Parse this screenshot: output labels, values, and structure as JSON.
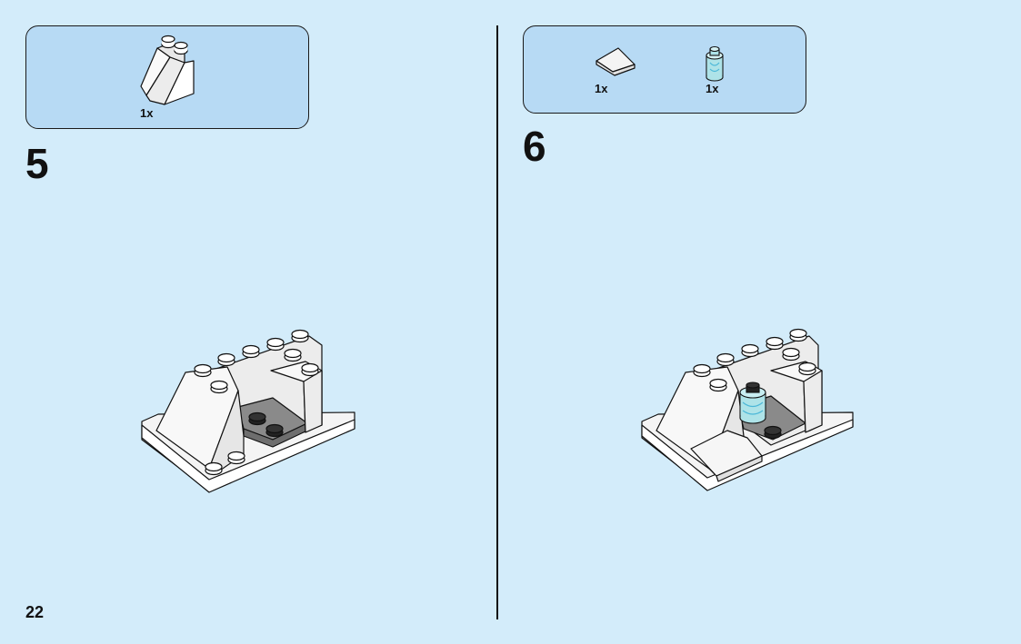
{
  "page_number": "22",
  "steps": [
    {
      "number": "5",
      "parts": [
        {
          "name": "white-slope-brick-icon",
          "quantity": "1x"
        }
      ]
    },
    {
      "number": "6",
      "parts": [
        {
          "name": "white-slope-tile-icon",
          "quantity": "1x"
        },
        {
          "name": "trans-light-blue-round-brick-icon",
          "quantity": "1x"
        }
      ]
    }
  ],
  "colors": {
    "background": "#d3ecfa",
    "parts_box": "#b7daf4",
    "brick_white": "#ffffff",
    "brick_gray": "#8a8a8a",
    "trans_light_blue": "#aee3e8"
  }
}
